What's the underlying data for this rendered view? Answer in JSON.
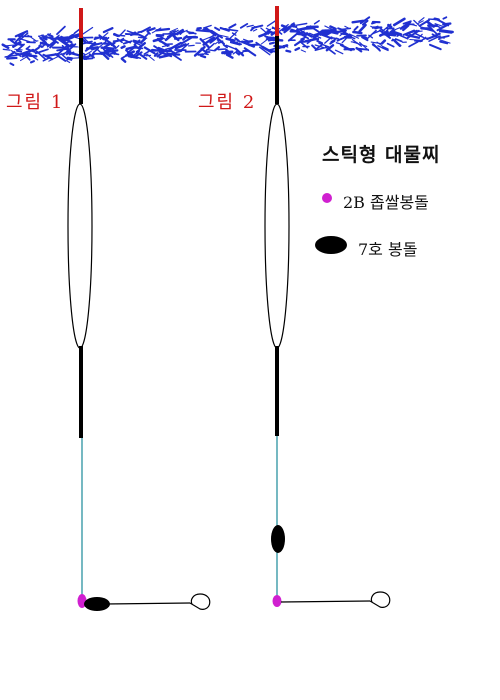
{
  "figures": [
    {
      "label": "그림 1"
    },
    {
      "label": "그림 2"
    }
  ],
  "legend": {
    "title": "스틱형 대물찌",
    "items": [
      {
        "label": "2B 좁쌀봉돌",
        "icon": "small-magenta-split-shot",
        "color": "#d020d0"
      },
      {
        "label": "7호 봉돌",
        "icon": "black-oval-sinker",
        "color": "#000000"
      }
    ]
  },
  "colors": {
    "water_surface": "#2030d0",
    "float_tip": "#d01818",
    "float_stem": "#000000",
    "line": "#1a8a9a",
    "split_shot": "#d020d0",
    "label": "#d01818"
  }
}
